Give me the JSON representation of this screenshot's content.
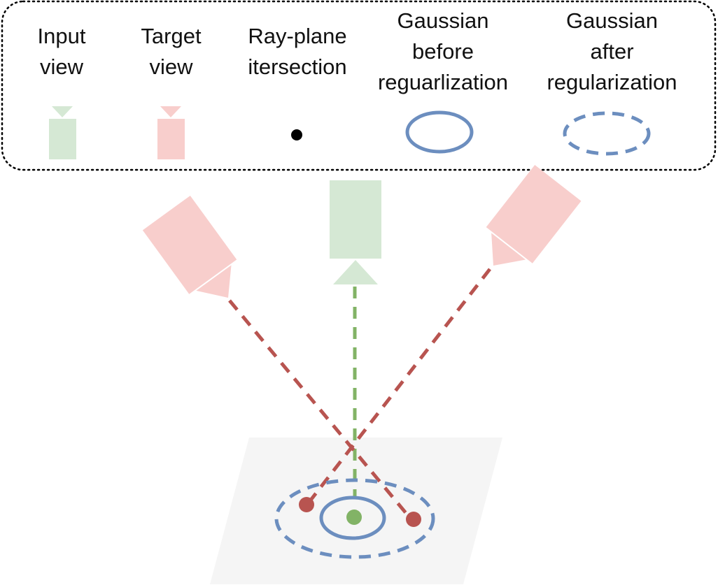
{
  "legend": {
    "input_view": "Input\nview",
    "target_view": "Target\nview",
    "ray_plane": "Ray-plane\nitersection",
    "gaussian_before": "Gaussian\nbefore\nreguarlization",
    "gaussian_after": "Gaussian\nafter\nregularization"
  },
  "colors": {
    "input_view_fill": "#d5e8d4",
    "target_view_fill": "#f8cecc",
    "input_ray": "#82b366",
    "target_ray": "#b85450",
    "gaussian": "#6c8ebf",
    "plane": "#f5f5f5",
    "intersection_point": "#000000",
    "legend_border": "#000000"
  }
}
